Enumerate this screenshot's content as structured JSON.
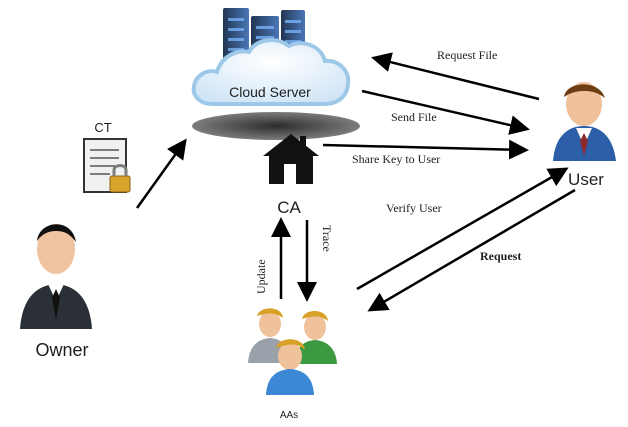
{
  "nodes": {
    "cloud_server": "Cloud Server",
    "user": "User",
    "owner": "Owner",
    "ca": "CA",
    "aas": "AAs",
    "ct": "CT"
  },
  "edges": {
    "request_file": "Request File",
    "send_file": "Send File",
    "share_key": "Share Key to User",
    "verify_user": "Verify User",
    "request": "Request",
    "update": "Update",
    "trace": "Trace"
  },
  "colors": {
    "cloud_fill": "#dcecf8",
    "cloud_stroke": "#9ec8e8",
    "server_dark": "#1f2f47",
    "server_light": "#4b78b7",
    "user_shirt": "#2d5fa8",
    "owner_suit": "#2b2f36",
    "document_fill": "#f1f1f1",
    "lock_gold": "#d9a22c",
    "arrow": "#000000"
  }
}
